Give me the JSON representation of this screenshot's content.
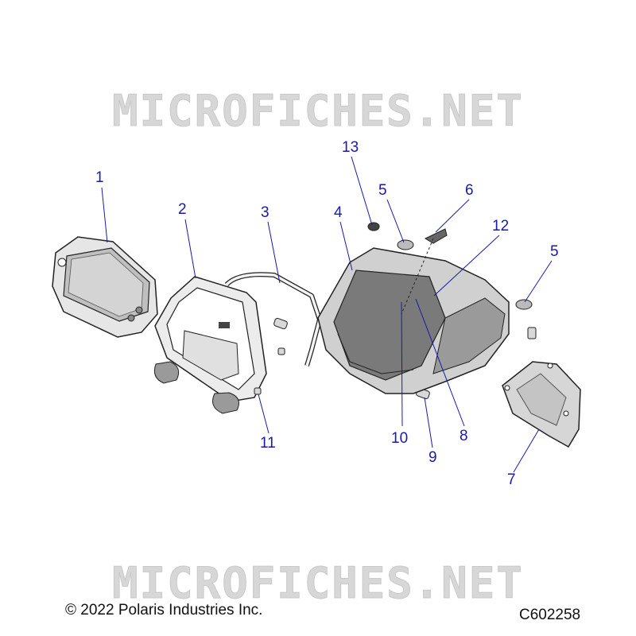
{
  "watermark": {
    "top": "MICROFICHES.NET",
    "bottom": "MICROFICHES.NET"
  },
  "footer": {
    "copyright": "© 2022 Polaris Industries Inc.",
    "diagram_code": "C602258"
  },
  "callouts": [
    {
      "id": "c1",
      "label": "1"
    },
    {
      "id": "c2",
      "label": "2"
    },
    {
      "id": "c3",
      "label": "3"
    },
    {
      "id": "c4",
      "label": "4"
    },
    {
      "id": "c5a",
      "label": "5"
    },
    {
      "id": "c5b",
      "label": "5"
    },
    {
      "id": "c6",
      "label": "6"
    },
    {
      "id": "c7",
      "label": "7"
    },
    {
      "id": "c8",
      "label": "8"
    },
    {
      "id": "c9",
      "label": "9"
    },
    {
      "id": "c10",
      "label": "10"
    },
    {
      "id": "c11",
      "label": "11"
    },
    {
      "id": "c12",
      "label": "12"
    },
    {
      "id": "c13",
      "label": "13"
    }
  ],
  "colors": {
    "callout": "#1a1aa8",
    "part_outline": "#222222",
    "part_fill": "#e6e6e6",
    "part_dark": "#555555"
  }
}
